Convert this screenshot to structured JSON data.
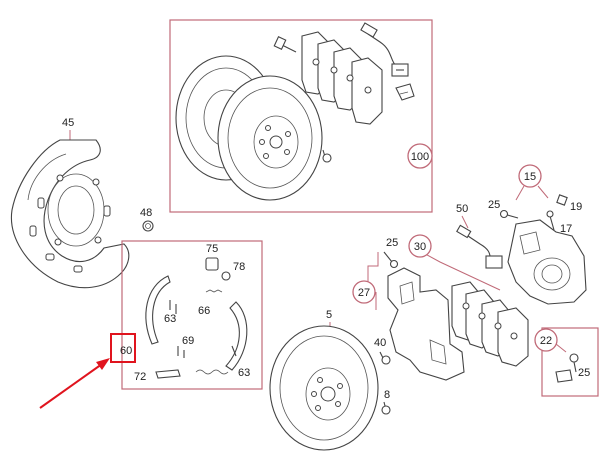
{
  "diagram": {
    "callouts": {
      "c100": "100",
      "c45": "45",
      "c48": "48",
      "c75": "75",
      "c78": "78",
      "c63a": "63",
      "c66": "66",
      "c69": "69",
      "c63b": "63",
      "c72": "72",
      "c60": "60",
      "c5": "5",
      "c8": "8",
      "c40": "40",
      "c27": "27",
      "c30": "30",
      "c25a": "25",
      "c50": "50",
      "c25b": "25",
      "c15": "15",
      "c19": "19",
      "c17": "17",
      "c22": "22",
      "c25c": "25"
    },
    "highlight": {
      "target": "60",
      "color": "#e0141e"
    },
    "accent_color": "#c06a78"
  }
}
